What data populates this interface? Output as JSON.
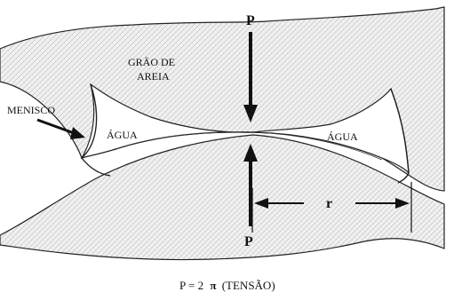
{
  "diagram": {
    "labels": {
      "grain": [
        "GRÃO DE",
        "AREIA"
      ],
      "water_left": "ÁGUA",
      "water_right": "ÁGUA",
      "meniscus": "MENISCO",
      "force_top": "P",
      "force_bottom": "P",
      "radius": "r"
    },
    "caption": {
      "prefix": "P = 2",
      "symbol": "π",
      "suffix": "(TENSÃO)"
    }
  }
}
